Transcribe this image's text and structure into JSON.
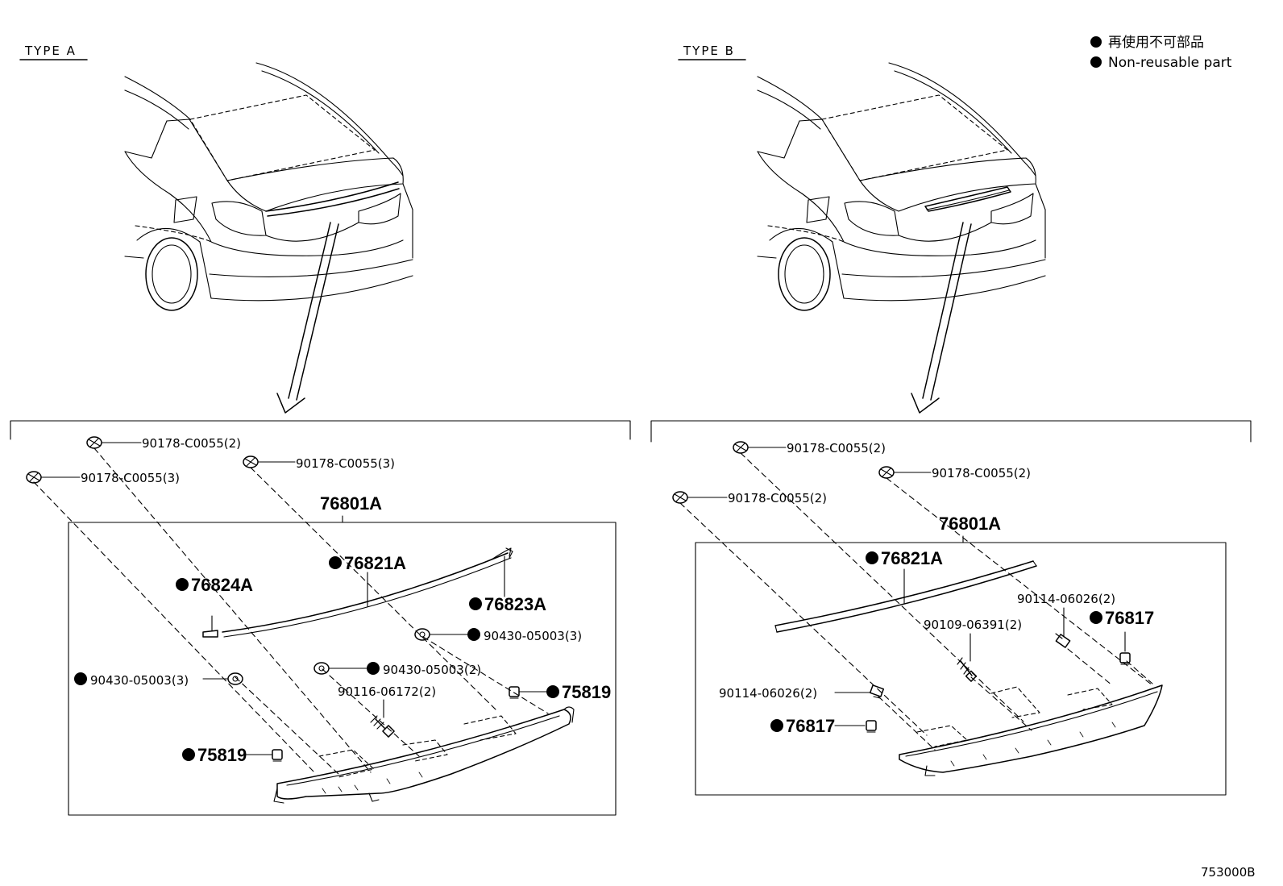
{
  "legend": {
    "japanese": "再使用不可部品",
    "english": "Non-reusable part"
  },
  "diagram_code": "753000B",
  "panels": {
    "type_a": {
      "title": "TYPE A",
      "assembly": "76801A",
      "labels": {
        "clip_1": "90178-C0055(2)",
        "clip_2": "90178-C0055(3)",
        "clip_3": "90178-C0055(3)",
        "garnish": "76821A",
        "end_left": "76824A",
        "end_right": "76823A",
        "nut_1": "90430-05003(3)",
        "nut_2": "90430-05003(2)",
        "nut_3": "90430-05003(3)",
        "bolt": "90116-06172(2)",
        "pad_1": "75819",
        "pad_2": "75819"
      }
    },
    "type_b": {
      "title": "TYPE B",
      "assembly": "76801A",
      "labels": {
        "clip_1": "90178-C0055(2)",
        "clip_2": "90178-C0055(2)",
        "clip_3": "90178-C0055(2)",
        "garnish": "76821A",
        "screw_1": "90114-06026(2)",
        "bolt": "90109-06391(2)",
        "screw_2": "90114-06026(2)",
        "pad_1": "76817",
        "pad_2": "76817"
      }
    }
  }
}
